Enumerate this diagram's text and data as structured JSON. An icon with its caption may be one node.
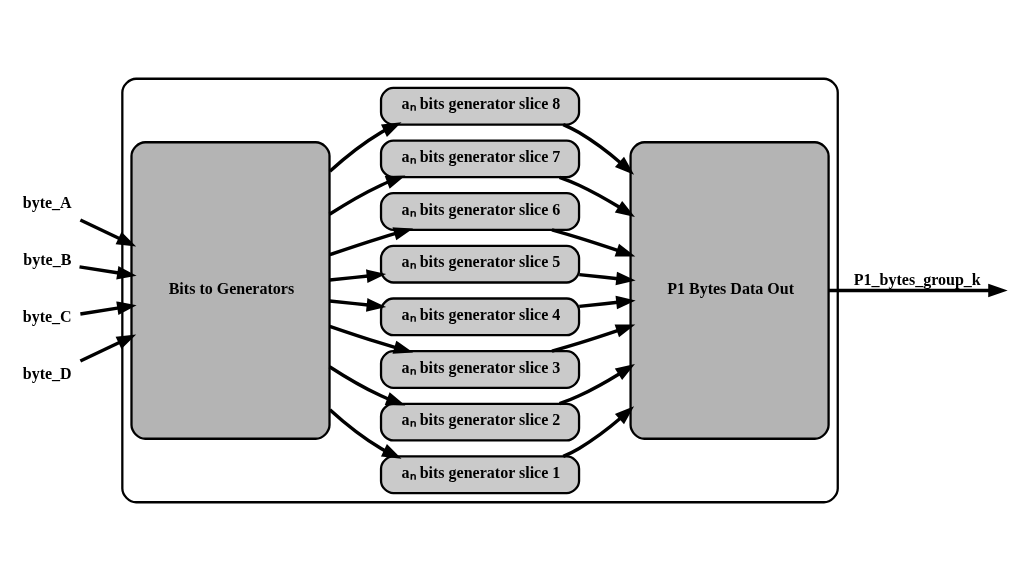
{
  "diagram": {
    "nodes": [
      {
        "text": [
          "byte_A"
        ]
      },
      {
        "text": [
          "byte_B"
        ]
      },
      {
        "text": [
          "byte_C"
        ]
      },
      {
        "text": [
          "byte_D"
        ]
      },
      {
        "text": [],
        "shape": "box"
      },
      {
        "text": [
          "Bits to Generators"
        ],
        "in": 4
      },
      {
        "text": [
          "aₙ bits generator slice 1"
        ],
        "in": 4
      },
      {
        "text": [
          "aₙ bits generator slice 2"
        ],
        "in": 4
      },
      {
        "text": [
          "aₙ bits generator slice 3"
        ],
        "in": 4
      },
      {
        "text": [
          "aₙ bits generator slice 4"
        ],
        "in": 4
      },
      {
        "text": [
          "aₙ bits generator slice 5"
        ],
        "in": 4
      },
      {
        "text": [
          "aₙ bits generator slice 6"
        ],
        "in": 4
      },
      {
        "text": [
          "aₙ bits generator slice 7"
        ],
        "in": 4
      },
      {
        "text": [
          "aₙ bits generator slice 8"
        ],
        "in": 4
      },
      {
        "text": [
          "P1 Bytes Data Out"
        ],
        "in": 4
      }
    ],
    "edges": [
      {
        "from": 0,
        "to": 5,
        "arrow": "to"
      },
      {
        "from": 1,
        "to": 5,
        "arrow": "to"
      },
      {
        "from": 2,
        "to": 5,
        "arrow": "to"
      },
      {
        "from": 3,
        "to": 5,
        "arrow": "to"
      },
      {
        "from": 5,
        "to": 6,
        "arrow": "to"
      },
      {
        "from": 5,
        "to": 7,
        "arrow": "to"
      },
      {
        "from": 5,
        "to": 8,
        "arrow": "to"
      },
      {
        "from": 5,
        "to": 9,
        "arrow": "to"
      },
      {
        "from": 5,
        "to": 10,
        "arrow": "to"
      },
      {
        "from": 5,
        "to": 11,
        "arrow": "to"
      },
      {
        "from": 5,
        "to": 12,
        "arrow": "to"
      },
      {
        "from": 5,
        "to": 13,
        "arrow": "to"
      },
      {
        "from": 6,
        "to": 14,
        "arrow": "to"
      },
      {
        "from": 7,
        "to": 14,
        "arrow": "to"
      },
      {
        "from": 8,
        "to": 14,
        "arrow": "to"
      },
      {
        "from": 9,
        "to": 14,
        "arrow": "to"
      },
      {
        "from": 10,
        "to": 14,
        "arrow": "to"
      },
      {
        "from": 11,
        "to": 14,
        "arrow": "to"
      },
      {
        "from": 12,
        "to": 14,
        "arrow": "to"
      },
      {
        "from": 13,
        "to": 14,
        "arrow": "to"
      },
      {
        "from": 14,
        "to": null,
        "arrow": "to",
        "label": "P1_bytes_group_k"
      }
    ]
  }
}
